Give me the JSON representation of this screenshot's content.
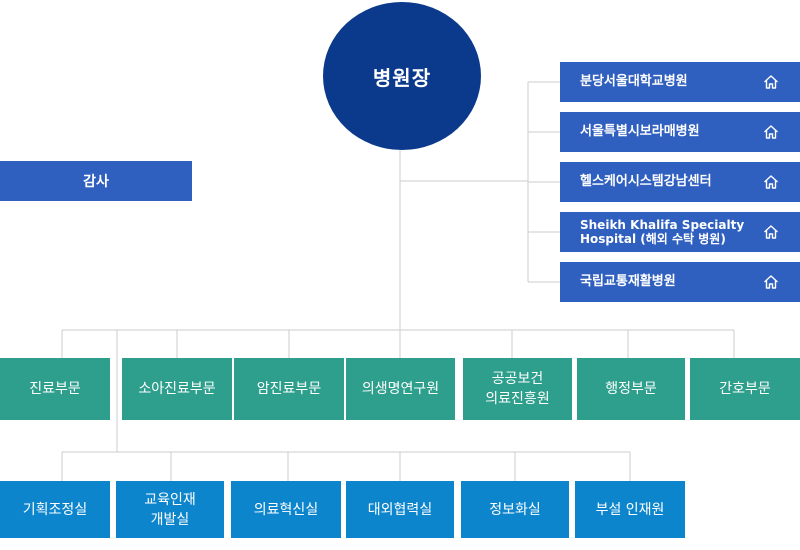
{
  "head": {
    "label": "병원장"
  },
  "audit": {
    "label": "감사"
  },
  "hospitals": [
    {
      "label": "분당서울대학교병원",
      "icon": "home-icon"
    },
    {
      "label": "서울특별시보라매병원",
      "icon": "home-icon"
    },
    {
      "label": "헬스케어시스템강남센터",
      "icon": "home-icon"
    },
    {
      "label": "Sheikh Khalifa Specialty\nHospital (해외 수탁 병원)",
      "icon": "home-icon"
    },
    {
      "label": "국립교통재활병원",
      "icon": "home-icon"
    }
  ],
  "departments": [
    {
      "label": "진료부문"
    },
    {
      "label": "소아진료부문"
    },
    {
      "label": "암진료부문"
    },
    {
      "label": "의생명연구원"
    },
    {
      "label": "공공보건\n의료진흥원"
    },
    {
      "label": "행정부문"
    },
    {
      "label": "간호부문"
    }
  ],
  "sub_units": [
    {
      "label": "기획조정실"
    },
    {
      "label": "교육인재\n개발실"
    },
    {
      "label": "의료혁신실"
    },
    {
      "label": "대외협력실"
    },
    {
      "label": "정보화실"
    },
    {
      "label": "부설 인재원"
    }
  ],
  "colors": {
    "head": "#0b3a8c",
    "audit": "#2f5fbf",
    "hospital": "#2f5fbf",
    "department": "#2e9f8c",
    "sub_unit": "#0d85cc",
    "connector": "#cccccc"
  }
}
